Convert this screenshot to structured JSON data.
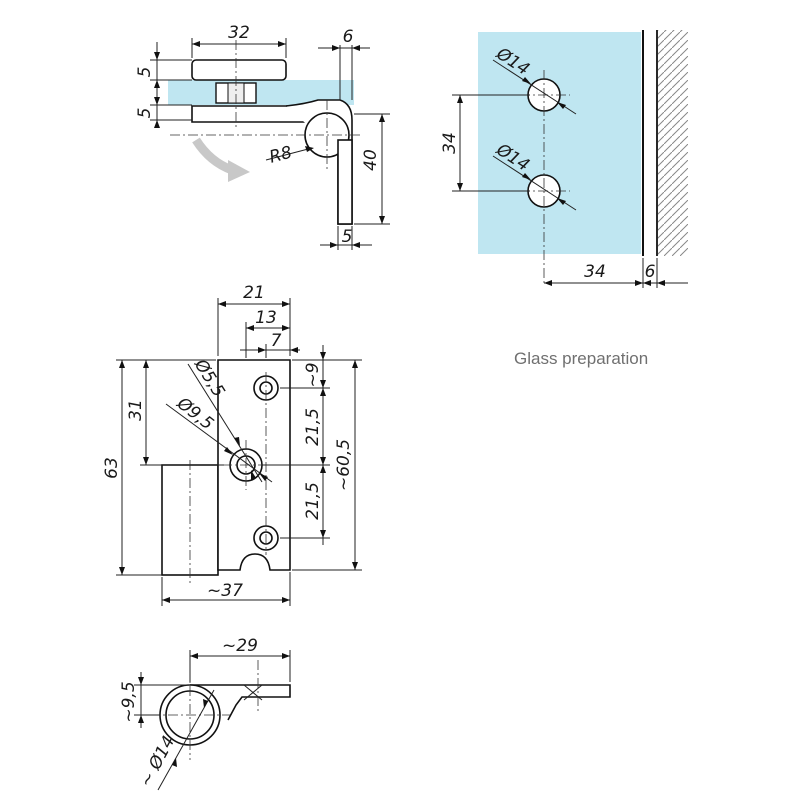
{
  "colors": {
    "glass": "#bfe6f1",
    "rotation_arrow": "#c8c8c8",
    "lines": "#222222",
    "caption": "#707070"
  },
  "caption": "Glass preparation",
  "side_view": {
    "width": "32",
    "top_thickness": "5",
    "bottom_thickness": "5",
    "arm_offset": "6",
    "radius": "R8",
    "height": "40",
    "leg_thickness": "5"
  },
  "glass_view": {
    "hole_top": "Ø14",
    "hole_bottom": "Ø14",
    "hole_spacing": "34",
    "edge_distance": "34",
    "gap": "6"
  },
  "front_view": {
    "width": "21",
    "mid_width": "13",
    "inner_width": "7",
    "small_hole": "Ø5,5",
    "large_hole": "Ø9,5",
    "top_hole_offset": "~9",
    "spacing_upper": "21,5",
    "spacing_lower": "21,5",
    "plate_height": "~60,5",
    "pin_offset": "31",
    "overall_height": "63",
    "overall_width": "~37"
  },
  "top_view": {
    "length": "~29",
    "height": "~9,5",
    "diameter": "~ Ø14"
  }
}
